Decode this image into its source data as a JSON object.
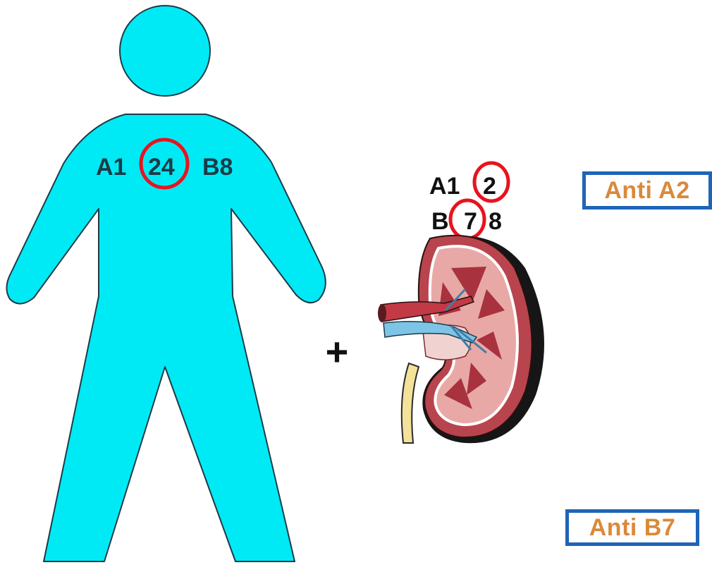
{
  "recipient": {
    "hla_a1": "A1",
    "hla_a24": "24",
    "hla_b8": "B8"
  },
  "donor_kidney": {
    "hla_a1": "A1",
    "hla_a2": "2",
    "hla_b": "B",
    "hla_b7": "7",
    "hla_b8": "8"
  },
  "plus_sign": "+",
  "antibodies": {
    "anti_a2": "Anti A2",
    "anti_b7": "Anti B7"
  },
  "colors": {
    "person_fill": "#00eaf6",
    "outline": "#1c3b46",
    "mismatch_circle": "#e8131f",
    "antibody_box_border": "#1f64b8",
    "antibody_text": "#d98a3a"
  },
  "icons": {
    "recipient": "person-figure-icon",
    "donor": "kidney-icon"
  }
}
